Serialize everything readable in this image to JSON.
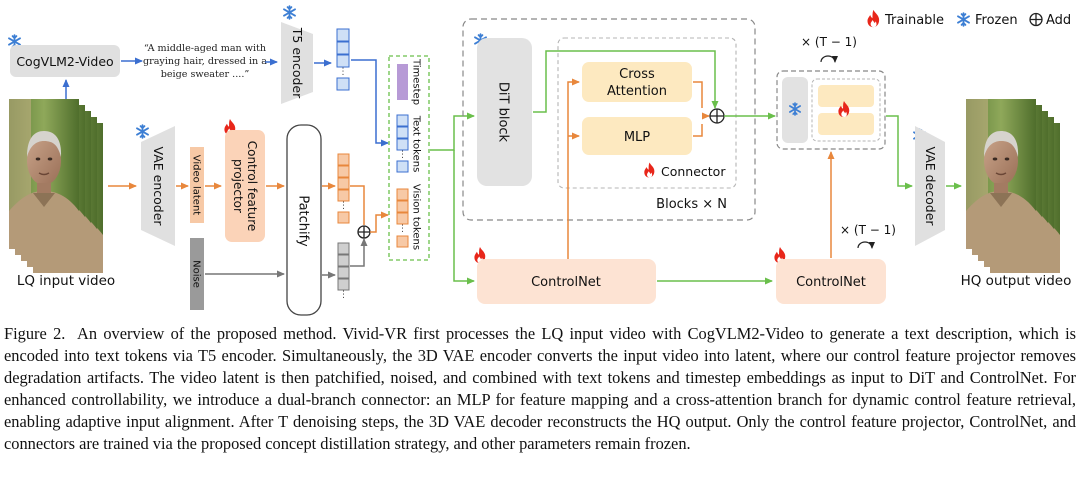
{
  "legend": {
    "trainable": "Trainable",
    "frozen": "Frozen",
    "add": "Add"
  },
  "blocks": {
    "cogvlm": "CogVLM2-Video",
    "prompt_line1": "“A middle-aged man with",
    "prompt_line2": "graying hair, dressed in a",
    "prompt_line3": "beige sweater ....”",
    "t5": "T5 encoder",
    "vae_encoder": "VAE encoder",
    "video_latent": "Video latent",
    "projector_line1": "Control feature",
    "projector_line2": "projector",
    "noise": "Noise",
    "patchify": "Patchify",
    "timestep": "Timestep",
    "text_tokens": "Text tokens",
    "vision_tokens": "Vision tokens",
    "dit": "DiT block",
    "cross_line1": "Cross",
    "cross_line2": "Attention",
    "mlp": "MLP",
    "connector": "Connector",
    "blocks_repeat": "Blocks × N",
    "repeat_top": "× (T − 1)",
    "repeat_bottom": "× (T − 1)",
    "controlnet_left": "ControlNet",
    "controlnet_right": "ControlNet",
    "vae_decoder": "VAE decoder",
    "lq_label": "LQ input video",
    "hq_label": "HQ output video"
  },
  "caption": {
    "label": "Figure 2.",
    "text": "An overview of the proposed method. Vivid-VR first processes the LQ input video with CogVLM2-Video to generate a text description, which is encoded into text tokens via T5 encoder. Simultaneously, the 3D VAE encoder converts the input video into latent, where our control feature projector removes degradation artifacts. The video latent is then patchified, noised, and combined with text tokens and timestep embeddings as input to DiT and ControlNet. For enhanced controllability, we introduce a dual-branch connector: an MLP for feature mapping and a cross-attention branch for dynamic control feature retrieval, enabling adaptive input alignment. After T denoising steps, the 3D VAE decoder reconstructs the HQ output. Only the control feature projector, ControlNet, and connectors are trained via the proposed concept distillation strategy, and other parameters remain frozen."
  },
  "colors": {
    "frozen_blue": "#3d7fd4",
    "trainable_red": "#e8261a",
    "orange_arrow": "#e8873c",
    "green_arrow": "#6abf4b",
    "blue_arrow": "#3b6fd0",
    "gray_arrow": "#777777",
    "token_blue": "#cfe0f6",
    "token_orange": "#f7c9a6",
    "timestep_purple": "#b79ad6",
    "connector_yellow": "#fde9c0",
    "controlnet_fill": "#fde3d3",
    "dit_fill": "#e2e2e2"
  }
}
